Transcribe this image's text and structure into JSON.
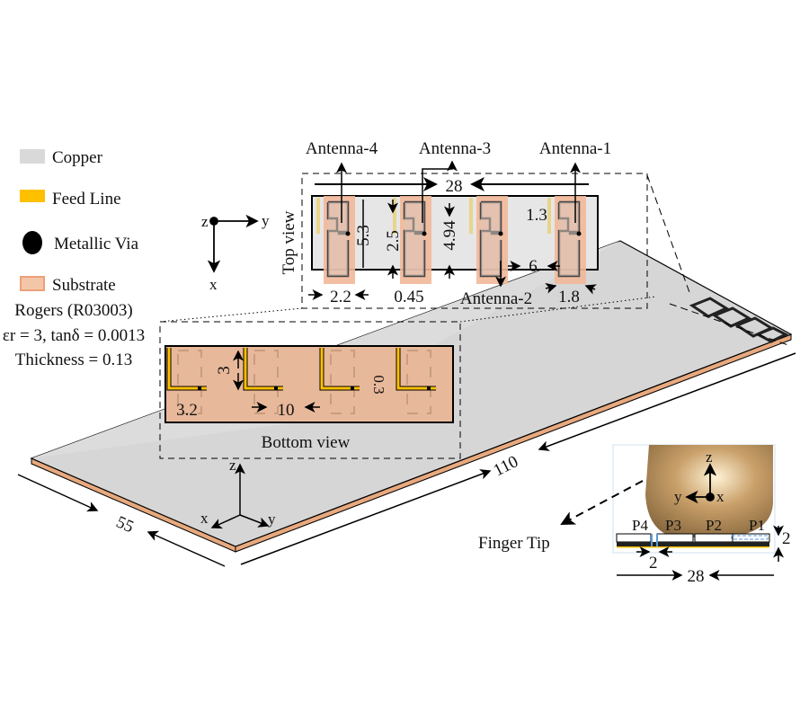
{
  "legend": {
    "items": [
      {
        "label": "Copper",
        "color": "#d9d9d9",
        "icon": "square-swatch"
      },
      {
        "label": "Feed Line",
        "color": "#ffc000",
        "icon": "square-swatch"
      },
      {
        "label": "Metallic Via",
        "color": "#000000",
        "icon": "filled-circle"
      },
      {
        "label": "Substrate",
        "color": "#f4c6a8",
        "icon": "square-swatch"
      }
    ],
    "material": "Rogers (R03003)",
    "properties": "εr = 3, tanδ = 0.0013",
    "thickness": "Thickness = 0.13"
  },
  "top_view": {
    "title": "Top view",
    "antennas": [
      "Antenna-4",
      "Antenna-3",
      "Antenna-2",
      "Antenna-1"
    ],
    "dims": {
      "length": "28",
      "height": "5.3",
      "inner": "2.5",
      "arm": "4.94",
      "gap_top": "1.3",
      "spacing": "6",
      "width_left": "2.2",
      "gap": "0.45",
      "width_right": "1.8"
    },
    "axes": {
      "origin": "z",
      "horizontal": "y",
      "vertical": "x"
    }
  },
  "bottom_view": {
    "title": "Bottom view",
    "dims": {
      "feed_height": "3",
      "feed_width": "3.2",
      "spacing": "10",
      "feed_thickness": "0.3"
    }
  },
  "board": {
    "length": "110",
    "width": "55",
    "axes": {
      "z": "z",
      "x": "x",
      "y": "y"
    },
    "colors": {
      "copper": "#d4d4d4",
      "substrate": "#e8a97e",
      "feed": "#ffc000"
    }
  },
  "finger": {
    "label": "Finger Tip",
    "ports": [
      "P4",
      "P3",
      "P2",
      "P1"
    ],
    "dims": {
      "height": "2",
      "gap": "2",
      "length": "28"
    },
    "axes": {
      "z": "z",
      "y": "y",
      "x": "x"
    }
  }
}
